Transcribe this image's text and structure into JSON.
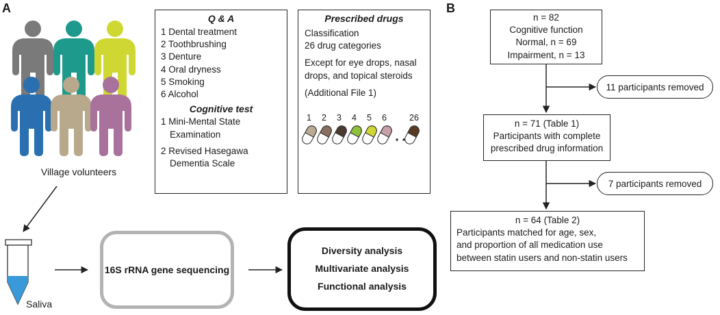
{
  "panel_a": {
    "letter": "A"
  },
  "panel_b": {
    "letter": "B"
  },
  "volunteers": {
    "label": "Village volunteers",
    "person_colors": [
      "#7a7a7a",
      "#1e9a8c",
      "#cfd833",
      "#2a6fb0",
      "#b8a98d",
      "#a8729c"
    ]
  },
  "qa_box": {
    "title": "Q & A",
    "items": [
      "1 Dental treatment",
      "2 Toothbrushing",
      "3 Denture",
      "4 Oral dryness",
      "5 Smoking",
      "6 Alcohol"
    ],
    "cognitive_title": "Cognitive test",
    "cognitive_items": [
      {
        "l1": "1 Mini-Mental State",
        "l2": "Examination"
      },
      {
        "l1": "2 Revised Hasegawa",
        "l2": "Dementia Scale"
      }
    ]
  },
  "drugs_box": {
    "title": "Prescribed drugs",
    "line1": "Classification",
    "line2": "26 drug categories",
    "line3": "Except for eye drops, nasal",
    "line4": "drops, and topical steroids",
    "line5": "(Additional File 1)",
    "pill_numbers": [
      "1",
      "2",
      "3",
      "4",
      "5",
      "6",
      "26"
    ],
    "pill_colors": [
      "#b9ab94",
      "#8a6f60",
      "#4a3a30",
      "#8fc23a",
      "#cfd833",
      "#c8a0a8",
      "#5a3a22"
    ]
  },
  "pipeline": {
    "tube_label": "Saliva",
    "sequencing": "16S rRNA gene sequencing",
    "analyses": [
      "Diversity analysis",
      "Multivariate analysis",
      "Functional analysis"
    ]
  },
  "flow": {
    "box1": {
      "line1": "n = 82",
      "line2": "Cognitive function",
      "line3": "Normal, n = 69",
      "line4": "Impairment, n = 13"
    },
    "removed1": "11 participants removed",
    "box2": {
      "line1": "n = 71 (Table 1)",
      "line2": "Participants with complete",
      "line3": "prescribed drug information"
    },
    "removed2": "7 participants removed",
    "box3": {
      "line1": "n = 64 (Table 2)",
      "line2": "Participants matched for age, sex,",
      "line3": "and proportion of all medication use",
      "line4": "between statin users and non-statin users"
    }
  },
  "colors": {
    "tube_liquid": "#3a9ad9",
    "gray_border": "#b3b3b3",
    "black_border": "#111111"
  }
}
